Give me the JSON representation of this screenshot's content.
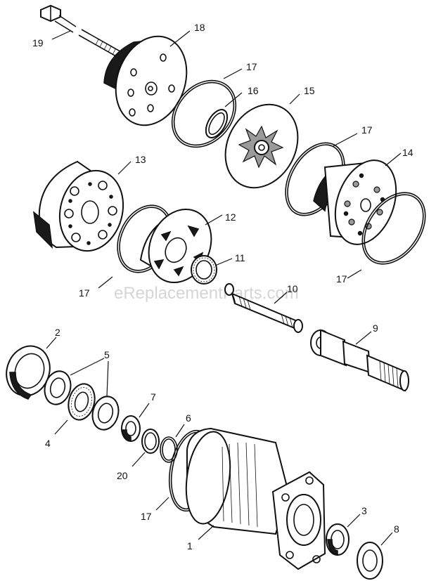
{
  "watermark": "eReplacementParts.com",
  "callouts": [
    {
      "id": "1",
      "label": "1"
    },
    {
      "id": "2",
      "label": "2"
    },
    {
      "id": "3",
      "label": "3"
    },
    {
      "id": "4",
      "label": "4"
    },
    {
      "id": "5",
      "label": "5"
    },
    {
      "id": "6",
      "label": "6"
    },
    {
      "id": "7",
      "label": "7"
    },
    {
      "id": "8",
      "label": "8"
    },
    {
      "id": "9",
      "label": "9"
    },
    {
      "id": "10",
      "label": "10"
    },
    {
      "id": "11",
      "label": "11"
    },
    {
      "id": "12",
      "label": "12"
    },
    {
      "id": "13",
      "label": "13"
    },
    {
      "id": "14",
      "label": "14"
    },
    {
      "id": "15",
      "label": "15"
    },
    {
      "id": "16",
      "label": "16"
    },
    {
      "id": "17a",
      "label": "17"
    },
    {
      "id": "17b",
      "label": "17"
    },
    {
      "id": "17c",
      "label": "17"
    },
    {
      "id": "17d",
      "label": "17"
    },
    {
      "id": "17e",
      "label": "17"
    },
    {
      "id": "18",
      "label": "18"
    },
    {
      "id": "19",
      "label": "19"
    },
    {
      "id": "20",
      "label": "20"
    }
  ]
}
